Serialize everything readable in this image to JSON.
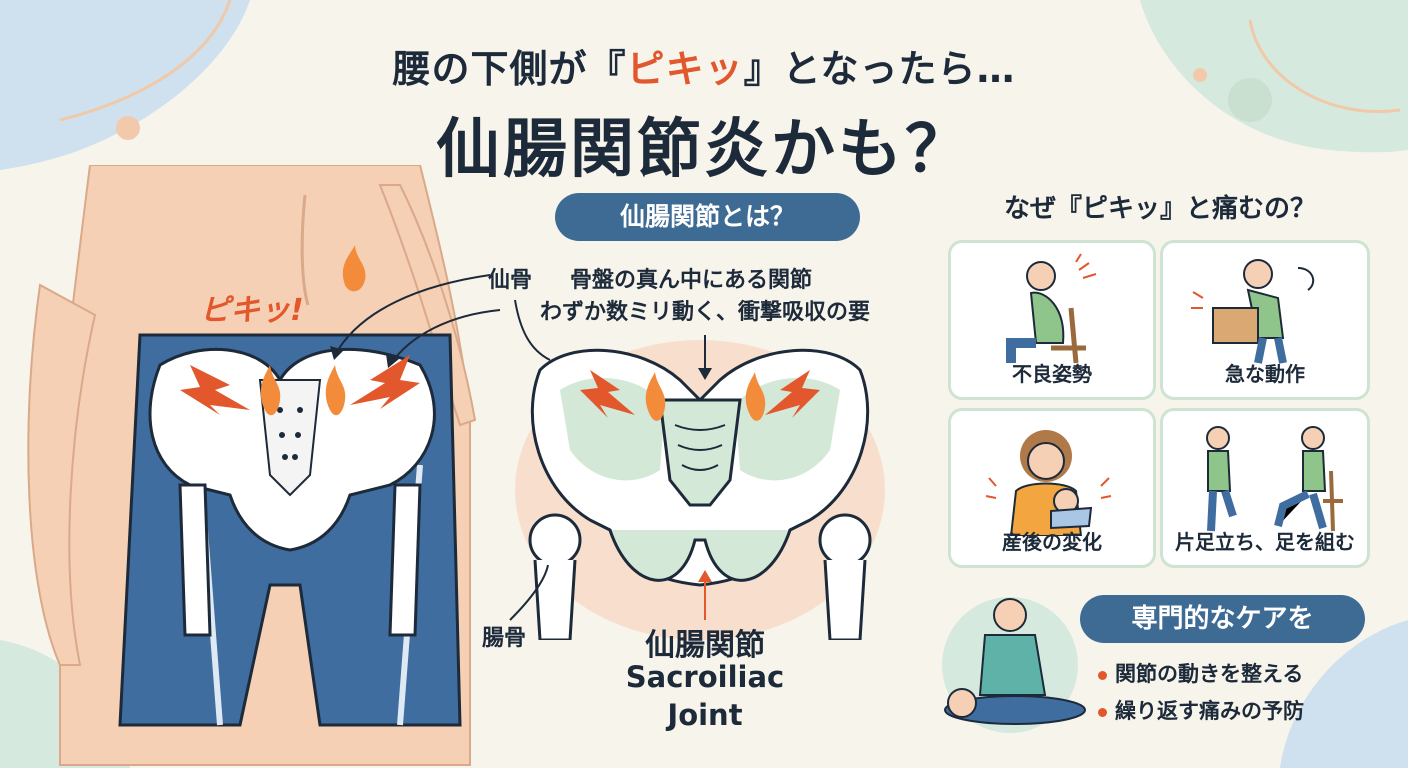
{
  "title": {
    "line1_prefix": "腰の下側が『",
    "line1_accent": "ピキッ",
    "line1_suffix": "』となったら…",
    "line2": "仙腸関節炎かも？"
  },
  "left_figure": {
    "exclaim": "ピキッ!"
  },
  "center": {
    "badge": "仙腸関節とは？",
    "sacrum_label": "仙骨",
    "desc_line1": "骨盤の真ん中にある関節",
    "desc_line2": "わずか数ミリ動く、衝撃吸収の要",
    "ilium_label": "腸骨",
    "joint_jp": "仙腸関節",
    "joint_en_1": "Sacroiliac",
    "joint_en_2": "Joint"
  },
  "right": {
    "heading": "なぜ『ピキッ』と痛むの？",
    "cards": [
      {
        "label": "不良姿勢",
        "icon": "slouched-sitting-person-icon"
      },
      {
        "label": "急な動作",
        "icon": "lifting-box-person-icon"
      },
      {
        "label": "産後の変化",
        "icon": "mother-with-baby-icon"
      },
      {
        "label": "片足立ち、足を組む",
        "icon": "standing-and-crossed-legs-icon"
      }
    ],
    "care_badge": "専門的なケアを",
    "care_items": [
      "関節の動きを整える",
      "繰り返す痛みの予防"
    ]
  },
  "colors": {
    "accent": "#e2572b",
    "navy": "#3d6b93",
    "mint": "#cfe3d2",
    "skin": "#f5d0b5",
    "shorts": "#3f6da0"
  }
}
